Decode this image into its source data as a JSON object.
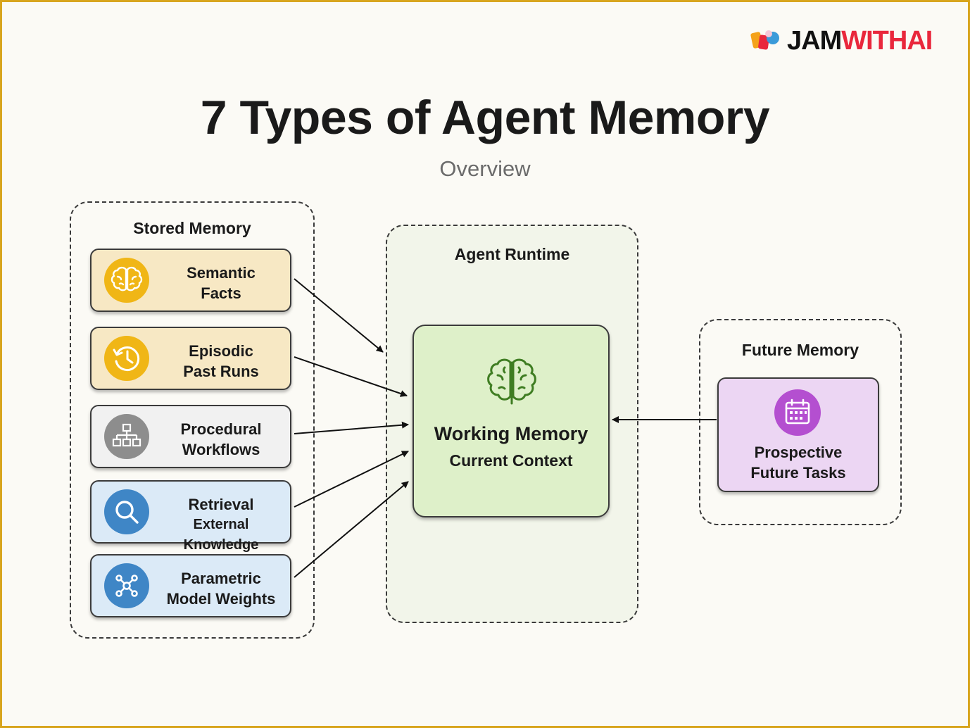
{
  "brand": {
    "part1": "JAM",
    "part2": "WITHAI",
    "accent": "#e9273c"
  },
  "title": "7 Types of Agent Memory",
  "subtitle": "Overview",
  "stored": {
    "title": "Stored Memory",
    "items": [
      {
        "name": "Semantic",
        "desc": "Facts",
        "icon": "brain-icon",
        "color": "#f7e8c4",
        "icon_color": "#f0b616"
      },
      {
        "name": "Episodic",
        "desc": "Past Runs",
        "icon": "history-icon",
        "color": "#f7e8c4",
        "icon_color": "#f0b616"
      },
      {
        "name": "Procedural",
        "desc": "Workflows",
        "icon": "hierarchy-icon",
        "color": "#f1f1f1",
        "icon_color": "#8d8d8d"
      },
      {
        "name": "Retrieval",
        "desc": "External Knowledge",
        "icon": "search-icon",
        "color": "#dbeaf7",
        "icon_color": "#3f86c6"
      },
      {
        "name": "Parametric",
        "desc": "Model Weights",
        "icon": "network-icon",
        "color": "#dbeaf7",
        "icon_color": "#3f86c6"
      }
    ]
  },
  "runtime": {
    "title": "Agent Runtime",
    "working": {
      "name": "Working Memory",
      "desc": "Current Context",
      "icon": "brain-icon",
      "color": "#def0c9"
    }
  },
  "future": {
    "title": "Future Memory",
    "item": {
      "name": "Prospective",
      "desc": "Future Tasks",
      "icon": "calendar-icon",
      "color": "#ecd6f3",
      "icon_color": "#b44fd0"
    }
  }
}
